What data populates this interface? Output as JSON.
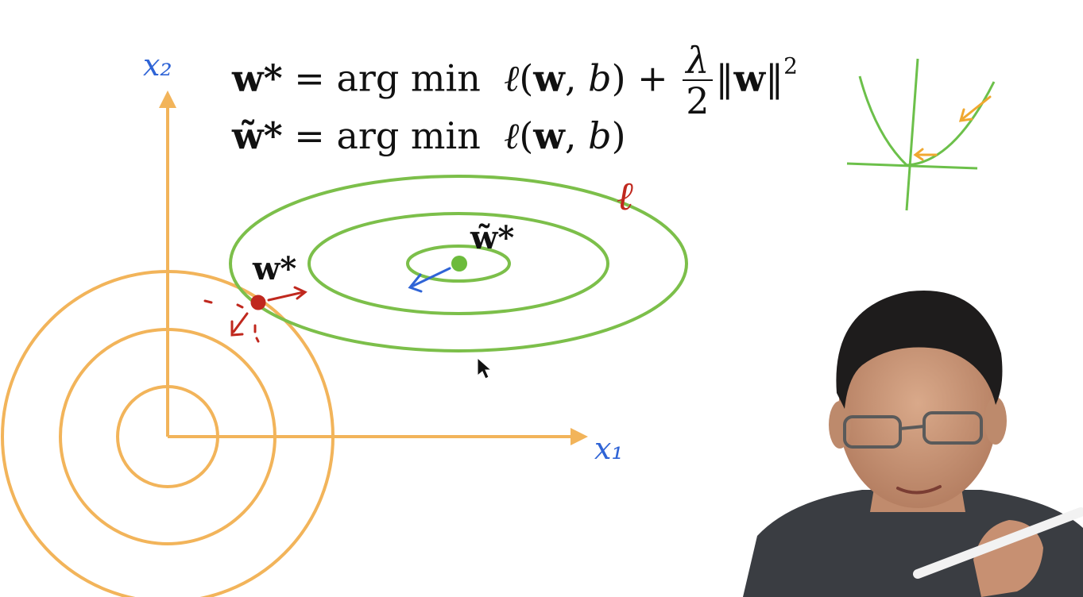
{
  "equations": {
    "eq1": {
      "lhs": "w*",
      "eq_sign": "=",
      "argmin": "arg min",
      "loss_fn": "ℓ",
      "loss_args_open": "(",
      "loss_w": "w",
      "comma": ", ",
      "loss_b": "b",
      "loss_args_close": ")",
      "plus": "+",
      "frac_num": "λ",
      "frac_den": "2",
      "norm_open": "‖",
      "norm_w": "w",
      "norm_close": "‖",
      "power": "2"
    },
    "eq2": {
      "lhs": "w̃*",
      "eq_sign": "=",
      "argmin": "arg min",
      "loss_fn": "ℓ",
      "loss_args_open": "(",
      "loss_w": "w",
      "comma": ", ",
      "loss_b": "b",
      "loss_args_close": ")"
    }
  },
  "diagram": {
    "axis_x_label": "x₁",
    "axis_y_label": "x₂",
    "loss_label": "ℓ",
    "w_star_label": "w*",
    "w_tilde_star_label": "w̃*",
    "colors": {
      "penalty_contours": "#f2b45a",
      "loss_contours": "#7cbf4a",
      "axes": "#f2b45a",
      "axis_labels": "#2f64d6",
      "annotation_red": "#c0281e",
      "annotation_blue": "#2f64d6"
    }
  },
  "inset_plot": {
    "colors": {
      "curve": "#6cc04a",
      "arrows": "#f0a830"
    }
  },
  "presenter_webcam": {
    "icon": "person-silhouette"
  }
}
